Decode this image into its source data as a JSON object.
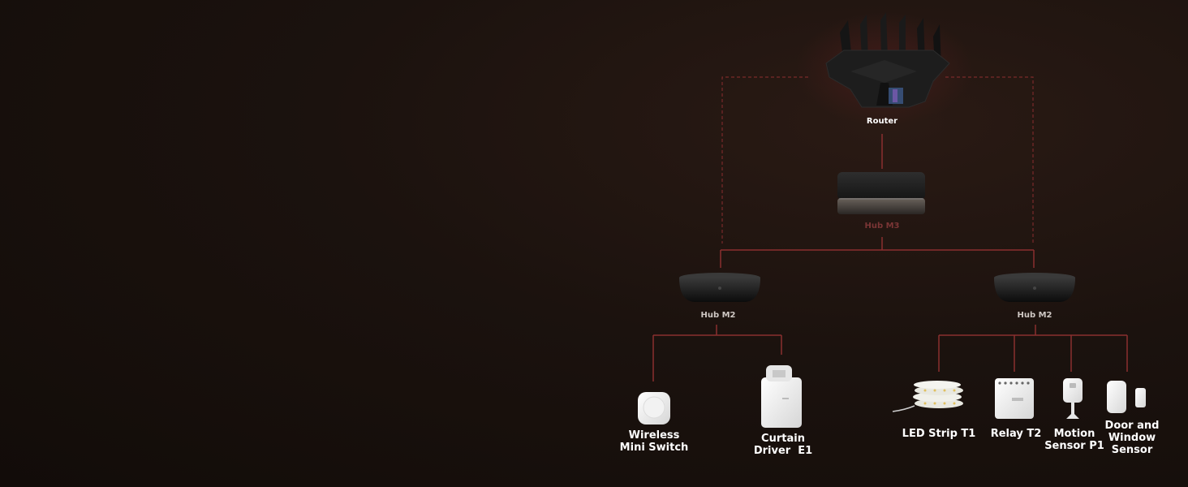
{
  "nodes": {
    "router": {
      "label": "Router",
      "icon": "router-icon"
    },
    "hub_m3": {
      "label": "Hub M3",
      "icon": "hub-m3-icon"
    },
    "hub_m2_left": {
      "label": "Hub M2",
      "icon": "hub-m2-icon"
    },
    "hub_m2_right": {
      "label": "Hub M2",
      "icon": "hub-m2-icon"
    },
    "wireless_mini_switch": {
      "lines": [
        "Wireless",
        "Mini Switch"
      ],
      "icon": "mini-switch-icon"
    },
    "curtain_driver": {
      "lines": [
        "Curtain",
        "Driver  E1"
      ],
      "icon": "curtain-driver-icon"
    },
    "led_strip": {
      "label": "LED Strip T1",
      "icon": "led-strip-icon"
    },
    "relay": {
      "label": "Relay T2",
      "icon": "relay-icon"
    },
    "motion_sensor": {
      "lines": [
        "Motion",
        "Sensor P1"
      ],
      "icon": "motion-sensor-icon"
    },
    "door_window_sensor": {
      "lines": [
        "Door and",
        "Window",
        "Sensor"
      ],
      "icon": "door-window-sensor-icon"
    }
  },
  "colors": {
    "connector": "#8a2f2f",
    "dashed_connector": "#7a2a2a",
    "label": "#ffffff",
    "hub_m3_label": "#7a3535"
  }
}
